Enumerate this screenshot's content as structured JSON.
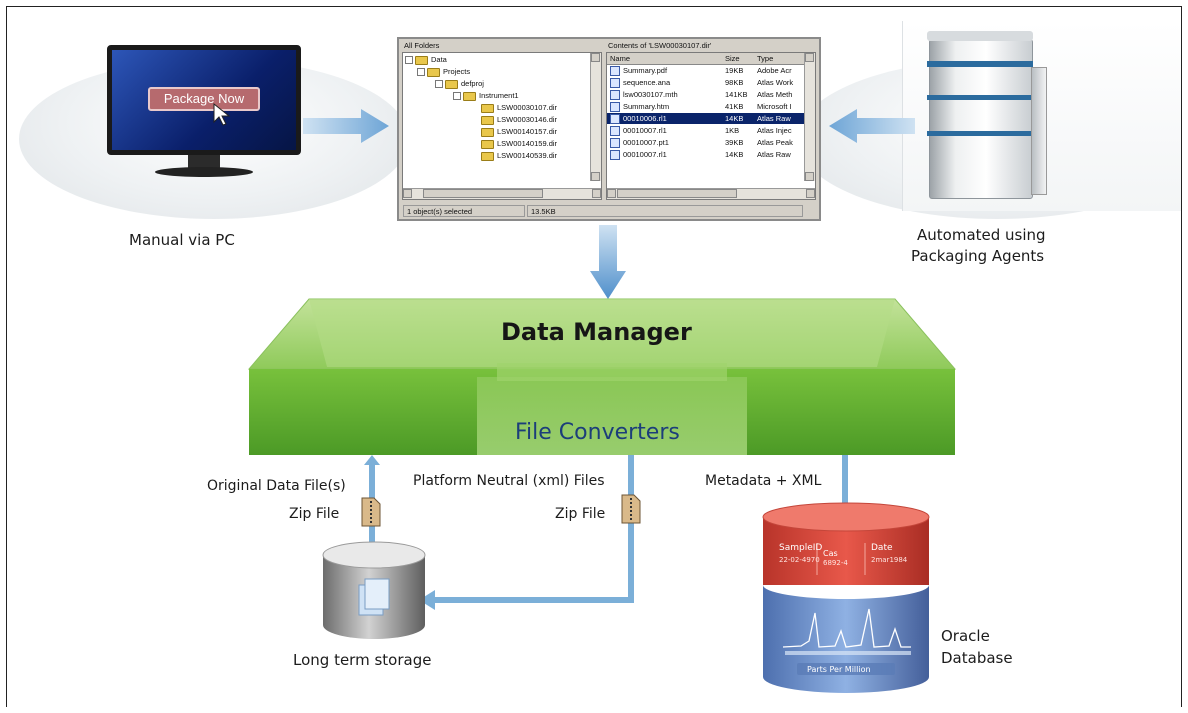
{
  "monitor": {
    "button_label": "Package Now"
  },
  "labels": {
    "manual": "Manual via PC",
    "automated_line1": "Automated using",
    "automated_line2": "Packaging Agents",
    "data_manager": "Data Manager",
    "file_converters": "File Converters",
    "original_files": "Original Data File(s)",
    "zip_left": "Zip File",
    "platform_neutral": "Platform Neutral (xml) Files",
    "zip_mid": "Zip File",
    "metadata": "Metadata + XML",
    "long_term": "Long term storage",
    "oracle_line1": "Oracle",
    "oracle_line2": "Database"
  },
  "explorer": {
    "left_header": "All Folders",
    "right_header": "Contents of 'LSW00030107.dir'",
    "tree": [
      "Data",
      "Projects",
      "defproj",
      "Instrument1",
      "LSW00030107.dir",
      "LSW00030146.dir",
      "LSW00140157.dir",
      "LSW00140159.dir",
      "LSW00140539.dir"
    ],
    "columns": {
      "name": "Name",
      "size": "Size",
      "type": "Type"
    },
    "files": [
      {
        "name": "Summary.pdf",
        "size": "19KB",
        "type": "Adobe Acr"
      },
      {
        "name": "sequence.ana",
        "size": "98KB",
        "type": "Atlas Work"
      },
      {
        "name": "lsw0030107.mth",
        "size": "141KB",
        "type": "Atlas Meth"
      },
      {
        "name": "Summary.htm",
        "size": "41KB",
        "type": "Microsoft I"
      },
      {
        "name": "00010006.rl1",
        "size": "14KB",
        "type": "Atlas Raw"
      },
      {
        "name": "00010007.rl1",
        "size": "1KB",
        "type": "Atlas Injec"
      },
      {
        "name": "00010007.pt1",
        "size": "39KB",
        "type": "Atlas Peak"
      },
      {
        "name": "00010007.rl1",
        "size": "14KB",
        "type": "Atlas Raw"
      }
    ],
    "status_left": "1 object(s) selected",
    "status_right": "13.5KB"
  },
  "database": {
    "sample_label": "SampleID",
    "sample_value": "22-02-4970",
    "cas_label": "Cas",
    "cas_value": "6892-4",
    "date_label": "Date",
    "date_value": "2mar1984",
    "ppm": "Parts Per Million"
  },
  "colors": {
    "green": "#6ab63a",
    "arrow": "#7bafd8",
    "db_red": "#d9463a",
    "db_blue": "#6f95cf"
  }
}
